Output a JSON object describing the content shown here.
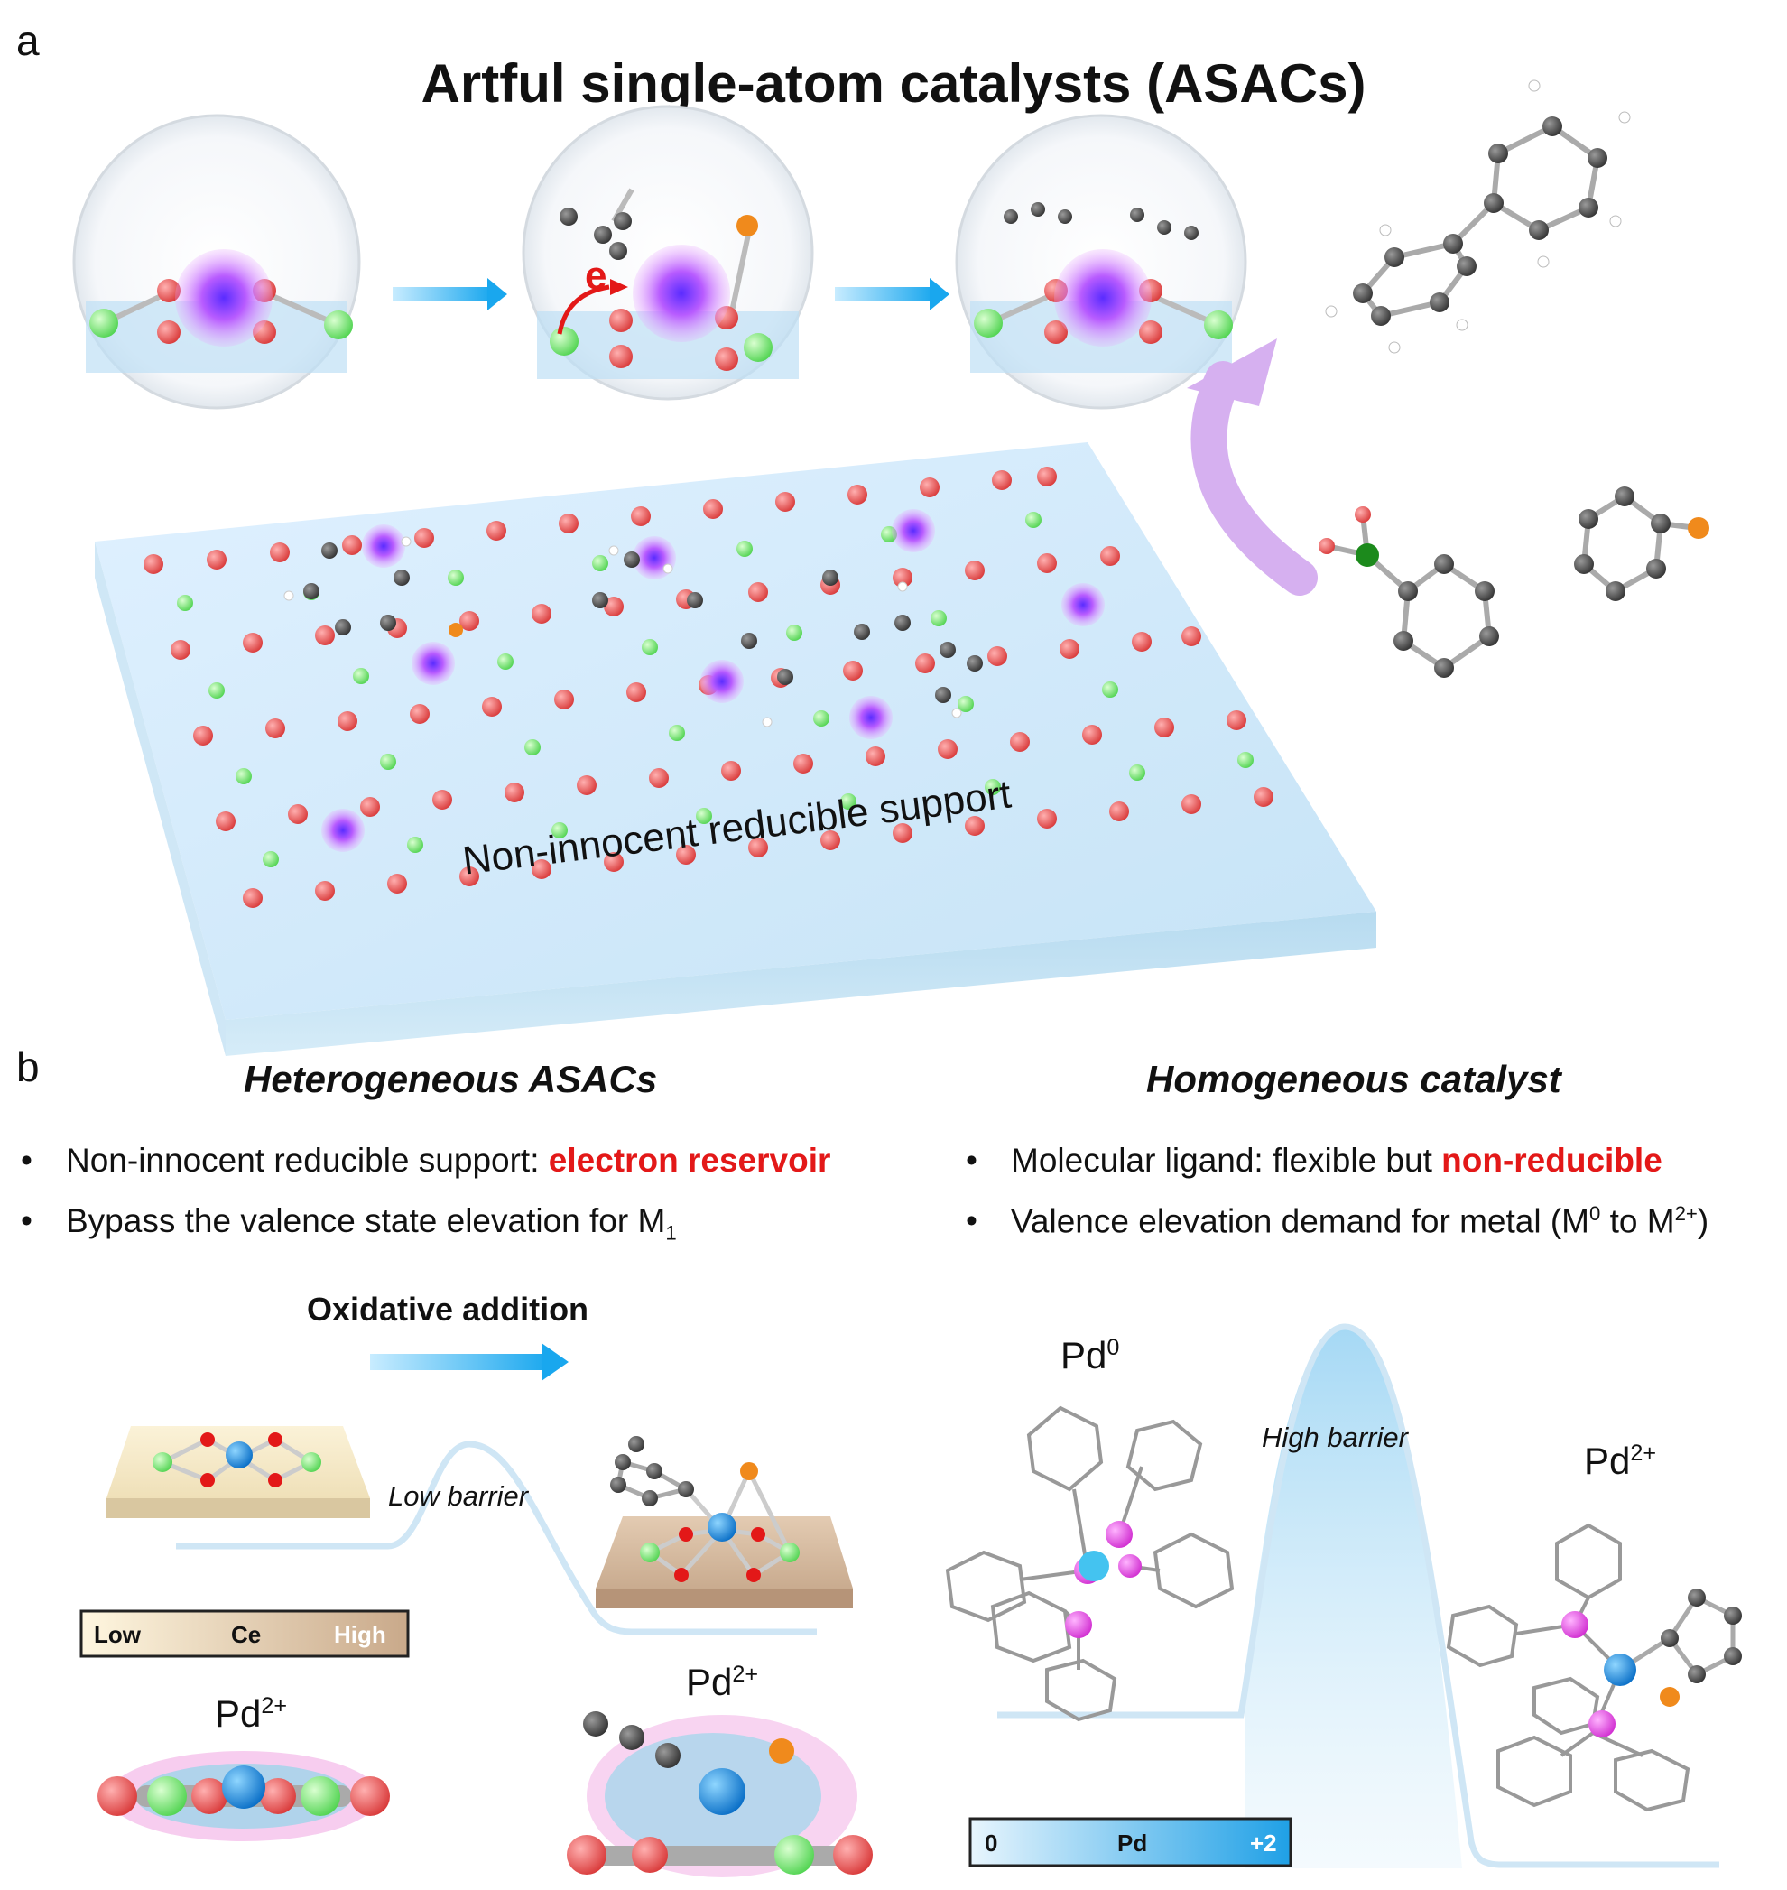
{
  "panel_a": {
    "letter": "a",
    "title": "Artful single-atom catalysts (ASACs)",
    "electron_label": "e",
    "support_label": "Non-innocent reducible support"
  },
  "panel_b": {
    "letter": "b",
    "left": {
      "heading": "Heterogeneous ASACs",
      "bullet1_prefix": "Non-innocent reducible support: ",
      "bullet1_highlight": "electron reservoir",
      "bullet2_prefix": "Bypass the valence state elevation for M",
      "bullet2_sub": "1",
      "arrow_label": "Oxidative addition",
      "barrier_label": "Low barrier",
      "scale": {
        "low": "Low",
        "mid": "Ce",
        "high": "High"
      },
      "state_left": {
        "base": "Pd",
        "sup": "2+"
      },
      "state_right": {
        "base": "Pd",
        "sup": "2+"
      }
    },
    "right": {
      "heading": "Homogeneous catalyst",
      "bullet1_prefix": "Molecular ligand: flexible but ",
      "bullet1_highlight": "non-reducible",
      "bullet2_prefix": "Valence elevation demand for metal (M",
      "bullet2_sup1": "0",
      "bullet2_mid": " to M",
      "bullet2_sup2": "2+",
      "bullet2_end": ")",
      "barrier_label": "High barrier",
      "state_start": {
        "base": "Pd",
        "sup": "0"
      },
      "state_end": {
        "base": "Pd",
        "sup": "2+"
      },
      "scale": {
        "low": "0",
        "mid": "Pd",
        "high": "+2"
      }
    },
    "bullet_symbol": "•"
  },
  "colors": {
    "highlight_red": "#e31818",
    "oxygen": "#e84a4a",
    "cerium": "#66dd66",
    "metal": "#8a2be2",
    "pd_blue": "#1a8fe0",
    "phosphorus": "#e040e0",
    "arrow_cyan": "#29b6f0"
  }
}
